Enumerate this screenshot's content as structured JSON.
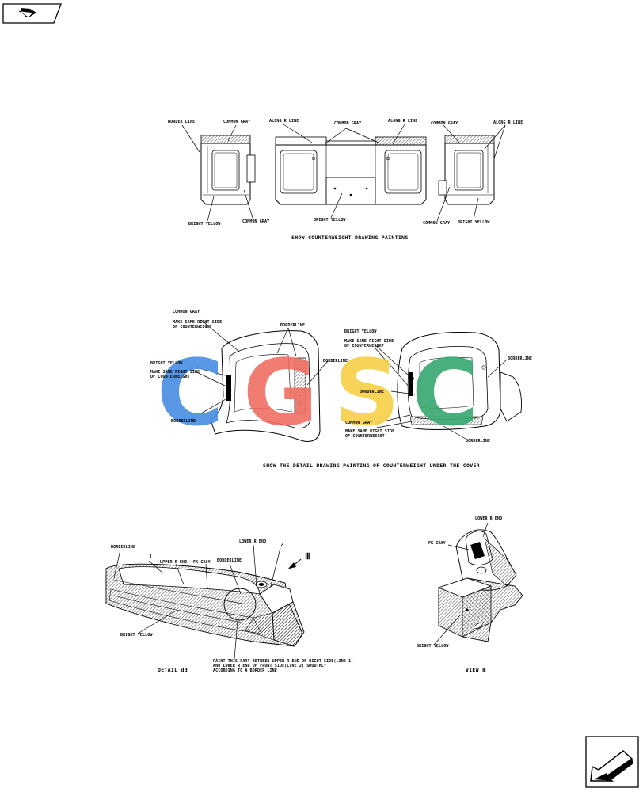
{
  "nav": {
    "prev_icon": "prev-page-arrow-icon",
    "next_icon": "next-page-arrow-icon"
  },
  "watermark": {
    "letters": [
      "C",
      "G",
      "S",
      "C"
    ],
    "colors": [
      "#4a90e2",
      "#f06a5e",
      "#f7d046",
      "#3aaa72"
    ]
  },
  "section1": {
    "caption": "SHOW COUNTERWEIGHT DRAWING PAINTING",
    "labels": {
      "border_line": "BORDER LINE",
      "common_gray_a": "COMMON GRAY",
      "along_r_line_a": "ALONG R LINE",
      "common_gray_b": "COMMON GRAY",
      "along_r_line_b": "ALONG R LINE",
      "common_gray_c": "COMMON GRAY",
      "along_r_line_c": "ALONG R LINE",
      "bright_yellow_a": "BRIGHT YELLOW",
      "common_gray_d": "COMMON GRAY",
      "bright_yellow_b": "BRIGHT YELLOW",
      "common_gray_e": "COMMON GRAY",
      "bright_yellow_c": "BRIGHT YELLOW"
    }
  },
  "section2": {
    "caption": "SHOW THE DETAIL DRAWING PAINTING OF COUNTERWEIGHT UNDER THE COVER",
    "labels": {
      "common_gray_a": "COMMON GRAY",
      "make_same_a1": "MAKE SAME RIGHT SIDE",
      "make_same_a2": "OF COUNTERWEIGHT",
      "borderline_a": "BORDERLINE",
      "bright_yellow_a": "BRIGHT YELLOW",
      "make_same_b1": "MAKE SAME RIGHT SIDE",
      "make_same_b2": "OF COUNTERWEIGHT",
      "borderline_b": "BORDERLINE",
      "borderline_c": "BORDERLINE",
      "bright_yellow_b": "BRIGHT YELLOW",
      "make_same_c1": "MAKE SAME RIGHT SIDE",
      "make_same_c2": "OF COUNTERWEIGHT",
      "borderline_d": "BORDERLINE",
      "borderline_e": "BORDERLINE",
      "common_gray_b": "COMMON GRAY",
      "make_same_d1": "MAKE SAME RIGHT SIDE",
      "make_same_d2": "OF COUNTERWEIGHT",
      "borderline_f": "BORDERLINE"
    }
  },
  "section3": {
    "caption_detail": "DETAIL dd",
    "caption_view": "VIEW Ⅲ",
    "labels": {
      "borderline_a": "BORDERLINE",
      "callout_1": "1",
      "upper_r_end": "UPPER R END",
      "fk_gray_a": "FK GRAY",
      "borderline_b": "BORDERLINE",
      "lower_r_end_a": "LOWER R END",
      "callout_2": "2",
      "view_marker": "Ⅲ",
      "bright_yellow_a": "BRIGHT YELLOW",
      "note_1": "PAINT THIS PART BETWEEN UPPER R END OF RIGHT SIDE(LINE 1)",
      "note_2": "AND LOWER R END OF FRONT SIDE(LINE 2) SMOOTHLY",
      "note_3": "ACCORDING TO A BORDER LINE",
      "lower_r_end_b": "LOWER R END",
      "fk_gray_b": "FK GRAY",
      "bright_yellow_b": "BRIGHT YELLOW"
    }
  }
}
